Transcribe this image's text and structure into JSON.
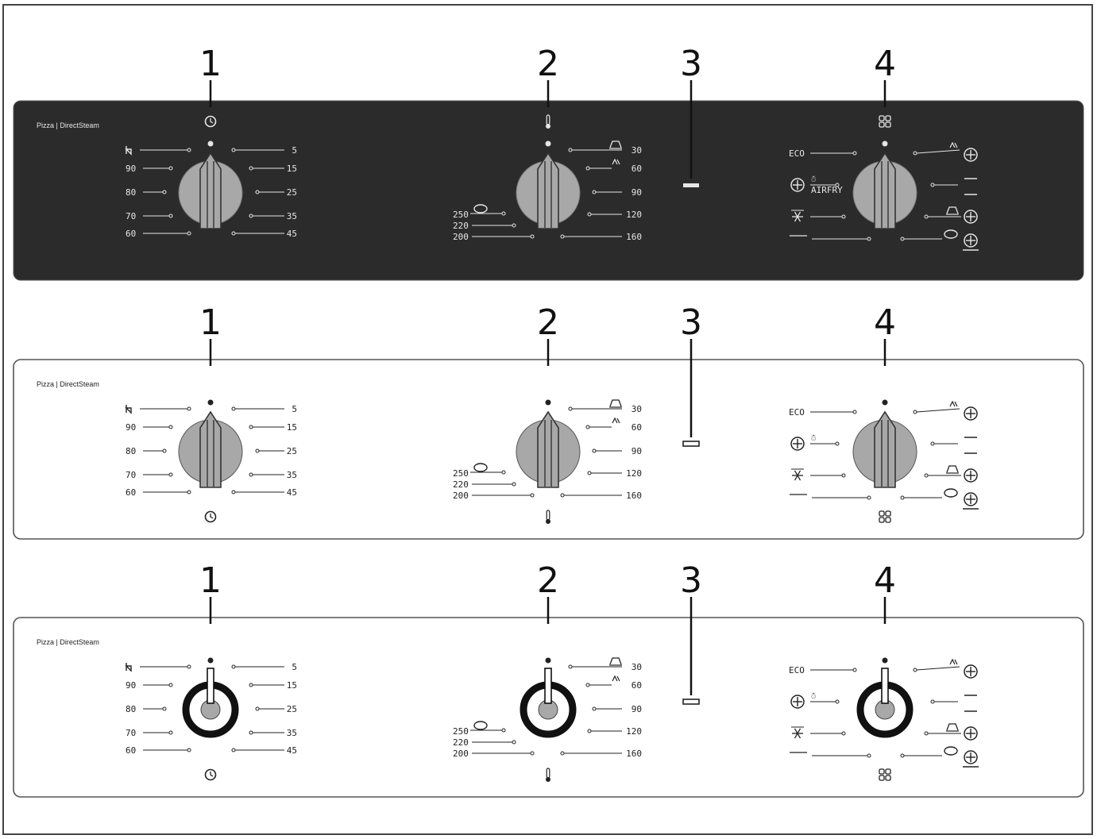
{
  "colors": {
    "panel_dark": "#2b2b2b",
    "panel_light": "#ffffff",
    "panel_border": "#555555",
    "knob_fill": "#a8a8a8",
    "ink_light": "#e6e6e6",
    "ink_dark": "#222222"
  },
  "callouts": [
    "1",
    "2",
    "3",
    "4"
  ],
  "brand": "Pizza | DirectSteam",
  "timer": {
    "left_labels": [
      "90",
      "80",
      "70",
      "60"
    ],
    "right_labels": [
      "5",
      "15",
      "25",
      "35",
      "45"
    ],
    "top_icon": "hand-icon",
    "indicator_icon": "clock-icon"
  },
  "temperature": {
    "right_labels": [
      "30",
      "60",
      "90",
      "120",
      "160"
    ],
    "left_labels": [
      "250",
      "220",
      "200"
    ],
    "steam_label": "steam",
    "indicator_icon": "thermometer-icon"
  },
  "mode": {
    "eco": "ECO",
    "airfry": "AIRFRY",
    "indicator_icon": "four-squares-icon"
  },
  "panels": [
    {
      "id": "dark-rotary",
      "theme": "dark",
      "knob": "rotary",
      "indicators": "top"
    },
    {
      "id": "light-rotary",
      "theme": "light",
      "knob": "rotary",
      "indicators": "bottom"
    },
    {
      "id": "light-ring",
      "theme": "light",
      "knob": "ring",
      "indicators": "bottom"
    }
  ]
}
